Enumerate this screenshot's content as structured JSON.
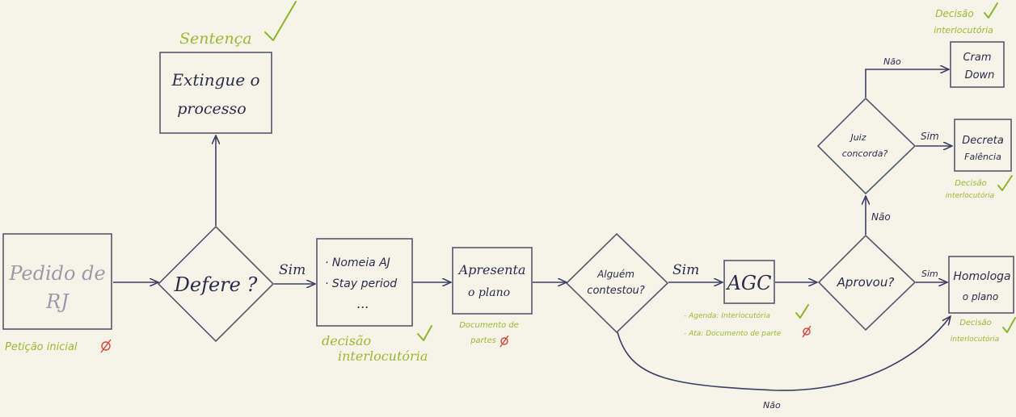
{
  "colors": {
    "ink": "#2a2c4a",
    "note_green": "#9bb833",
    "check_green": "#8db528",
    "empty_set_red": "#d9463a",
    "background": "#f6f4e9"
  },
  "nodes": {
    "pedido": {
      "line1": "Pedido de",
      "line2": "RJ",
      "note": "Petição inicial"
    },
    "defere": {
      "label": "Defere ?"
    },
    "extingue": {
      "line1": "Extingue o",
      "line2": "processo",
      "note": "Sentença"
    },
    "nomeia": {
      "line1": "· Nomeia AJ",
      "line2": "· Stay period",
      "line3": "...",
      "note1": "decisão",
      "note2": "interlocutória"
    },
    "apresenta": {
      "line1": "Apresenta",
      "line2": "o plano",
      "note1": "Documento de",
      "note2": "partes"
    },
    "contestou": {
      "line1": "Alguém",
      "line2": "contestou?"
    },
    "agc": {
      "label": "AGC",
      "note1": "- Agenda: Interlocutória",
      "note2": "- Ata: Documento de parte"
    },
    "aprovou": {
      "label": "Aprovou?"
    },
    "juiz": {
      "line1": "Juiz",
      "line2": "concorda?"
    },
    "homologa": {
      "line1": "Homologa",
      "line2": "o plano",
      "note1": "Decisão",
      "note2": "interlocutória"
    },
    "decreta": {
      "line1": "Decreta",
      "line2": "Falência",
      "note1": "Decisão",
      "note2": "interlocutória"
    },
    "cram": {
      "line1": "Cram",
      "line2": "Down",
      "note1": "Decisão",
      "note2": "interlocutória"
    }
  },
  "edges": {
    "defere_nomeia": "Sim",
    "contestou_agc": "Sim",
    "contestou_homologa": "Não",
    "aprovou_homologa": "Sim",
    "aprovou_juiz": "Não",
    "juiz_decreta": "Sim",
    "juiz_cram": "Não"
  }
}
